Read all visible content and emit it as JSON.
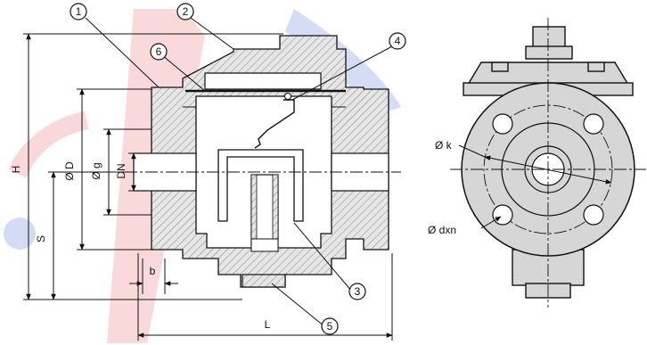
{
  "callouts": [
    {
      "n": "1"
    },
    {
      "n": "2"
    },
    {
      "n": "3"
    },
    {
      "n": "4"
    },
    {
      "n": "5"
    },
    {
      "n": "6"
    }
  ],
  "dimensions": {
    "H": "H",
    "D": "Ø D",
    "g": "Ø g",
    "DN": "DN",
    "S": "S",
    "b": "b",
    "L": "L",
    "k": "Ø k",
    "dxn": "Ø dxn"
  },
  "colors": {
    "watermark_red": "#e8505b",
    "watermark_blue": "#3e5fd0",
    "hatch_bg": "#e6e6e6",
    "hatch_line": "#8a8a8a"
  }
}
